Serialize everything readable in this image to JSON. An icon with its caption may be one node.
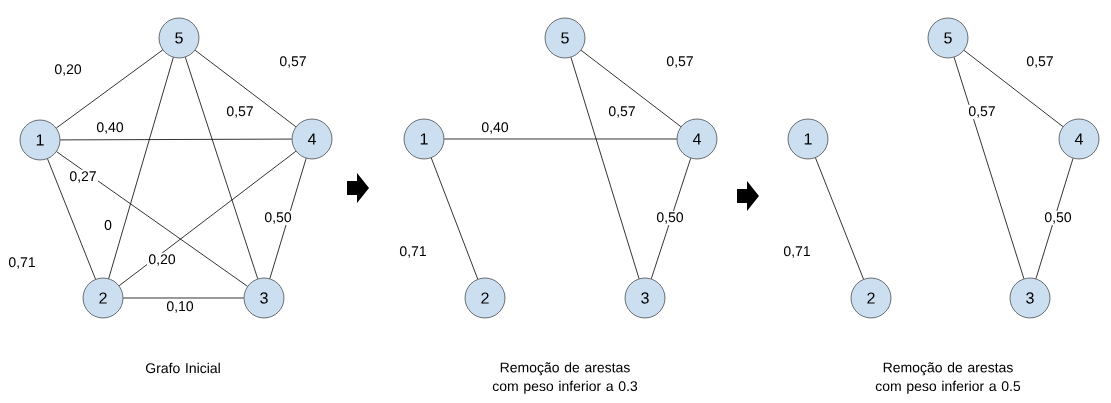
{
  "diagram": {
    "nodes": [
      {
        "text": [
          "1"
        ]
      },
      {
        "text": [
          "2"
        ]
      },
      {
        "text": [
          "3"
        ]
      },
      {
        "text": [
          "4"
        ]
      },
      {
        "text": [
          "5"
        ]
      },
      {
        "text": [
          "1"
        ]
      },
      {
        "text": [
          "2"
        ]
      },
      {
        "text": [
          "3"
        ]
      },
      {
        "text": [
          "4"
        ]
      },
      {
        "text": [
          "5"
        ]
      },
      {
        "text": [
          "1"
        ]
      },
      {
        "text": [
          "2"
        ]
      },
      {
        "text": [
          "3"
        ]
      },
      {
        "text": [
          "4"
        ]
      },
      {
        "text": [
          "5"
        ]
      }
    ],
    "edges": [
      {
        "from": 0,
        "to": 4,
        "arrow": "none",
        "label": "0,20"
      },
      {
        "from": 4,
        "to": 3,
        "arrow": "none",
        "label": "0,57"
      },
      {
        "from": 4,
        "to": 2,
        "arrow": "none",
        "label": "0,57"
      },
      {
        "from": 0,
        "to": 3,
        "arrow": "none",
        "label": "0,40"
      },
      {
        "from": 0,
        "to": 2,
        "arrow": "none",
        "label": "0,27"
      },
      {
        "from": 4,
        "to": 1,
        "arrow": "none",
        "label": "0"
      },
      {
        "from": 3,
        "to": 1,
        "arrow": "none",
        "label": "0,20"
      },
      {
        "from": 0,
        "to": 1,
        "arrow": "none",
        "label": "0,71"
      },
      {
        "from": 3,
        "to": 2,
        "arrow": "none",
        "label": "0,50"
      },
      {
        "from": 1,
        "to": 2,
        "arrow": "none",
        "label": "0,10"
      },
      {
        "from": 9,
        "to": 8,
        "arrow": "none",
        "label": "0,57"
      },
      {
        "from": 9,
        "to": 7,
        "arrow": "none",
        "label": "0,57"
      },
      {
        "from": 5,
        "to": 8,
        "arrow": "none",
        "label": "0,40"
      },
      {
        "from": 5,
        "to": 6,
        "arrow": "none",
        "label": "0,71"
      },
      {
        "from": 8,
        "to": 7,
        "arrow": "none",
        "label": "0,50"
      },
      {
        "from": 10,
        "to": 11,
        "arrow": "none",
        "label": "0,71"
      },
      {
        "from": 14,
        "to": 13,
        "arrow": "none",
        "label": "0,57"
      },
      {
        "from": 14,
        "to": 12,
        "arrow": "none",
        "label": "0,57"
      },
      {
        "from": 13,
        "to": 12,
        "arrow": "none",
        "label": "0,50"
      }
    ],
    "labels": [
      "Grafo Inicial",
      "Remoção de arestas com peso inferior a 0.3",
      "Remoção de arestas com peso inferior a 0.5"
    ]
  }
}
